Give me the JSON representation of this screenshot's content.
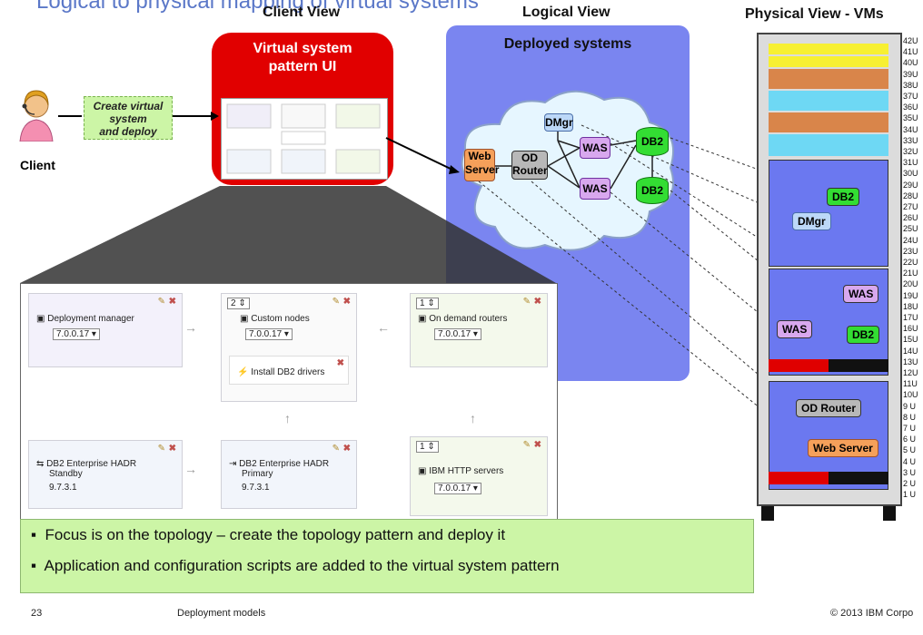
{
  "slide": {
    "title": "Logical to physical mapping of virtual systems",
    "headers": {
      "client_view": "Client View",
      "logical_view": "Logical View",
      "physical_view": "Physical View - VMs"
    },
    "client_label": "Client",
    "create_action": [
      "Create virtual",
      "system",
      "and deploy"
    ],
    "pattern_ui_title": [
      "Virtual system",
      "pattern UI"
    ],
    "deployed_title": "Deployed systems",
    "logical_nodes": {
      "web": [
        "Web",
        "Server"
      ],
      "od": [
        "OD",
        "Router"
      ],
      "dmgr": "DMgr",
      "was1": "WAS",
      "was2": "WAS",
      "db2a": "DB2",
      "db2b": "DB2"
    },
    "vms": {
      "db2_top": "DB2",
      "dmgr": "DMgr",
      "was_a": "WAS",
      "was_b": "WAS",
      "db2_low": "DB2",
      "od_router": "OD Router",
      "web_server": "Web Server"
    },
    "rack_units": [
      "42U",
      "41U",
      "40U",
      "39U",
      "38U",
      "37U",
      "36U",
      "35U",
      "34U",
      "33U",
      "32U",
      "31U",
      "30U",
      "29U",
      "28U",
      "27U",
      "26U",
      "25U",
      "24U",
      "23U",
      "22U",
      "21U",
      "20U",
      "19U",
      "18U",
      "17U",
      "16U",
      "15U",
      "14U",
      "13U",
      "12U",
      "11U",
      "10U",
      "9 U",
      "8 U",
      "7 U",
      "6 U",
      "5 U",
      "4 U",
      "3 U",
      "2 U",
      "1 U"
    ],
    "pattern_tiles": {
      "deployment_manager": {
        "title": "Deployment manager",
        "version": "7.0.0.17"
      },
      "custom_nodes": {
        "count": "2",
        "title": "Custom nodes",
        "version": "7.0.0.17"
      },
      "install_db2": {
        "title": "Install DB2 drivers"
      },
      "od_routers": {
        "count": "1",
        "title": "On demand routers",
        "version": "7.0.0.17"
      },
      "db2_standby": {
        "title": [
          "DB2 Enterprise HADR",
          "Standby"
        ],
        "version": "9.7.3.1"
      },
      "db2_primary": {
        "title": [
          "DB2 Enterprise HADR",
          "Primary"
        ],
        "version": "9.7.3.1"
      },
      "ihs": {
        "count": "1",
        "title": "IBM HTTP servers",
        "version": "7.0.0.17"
      }
    },
    "bullets": [
      "Focus is on the topology – create the topology pattern and deploy it",
      "Application and configuration scripts are added to the virtual system pattern"
    ],
    "footer": {
      "page": "23",
      "section": "Deployment models",
      "copyright": "© 2013 IBM Corpo"
    },
    "colors": {
      "pattern_red": "#e10000",
      "deploy_blue": "#7a85f0",
      "note_green": "#ccf5a6",
      "was_purple": "#d8a8ee",
      "db2_green": "#33dd33"
    }
  }
}
